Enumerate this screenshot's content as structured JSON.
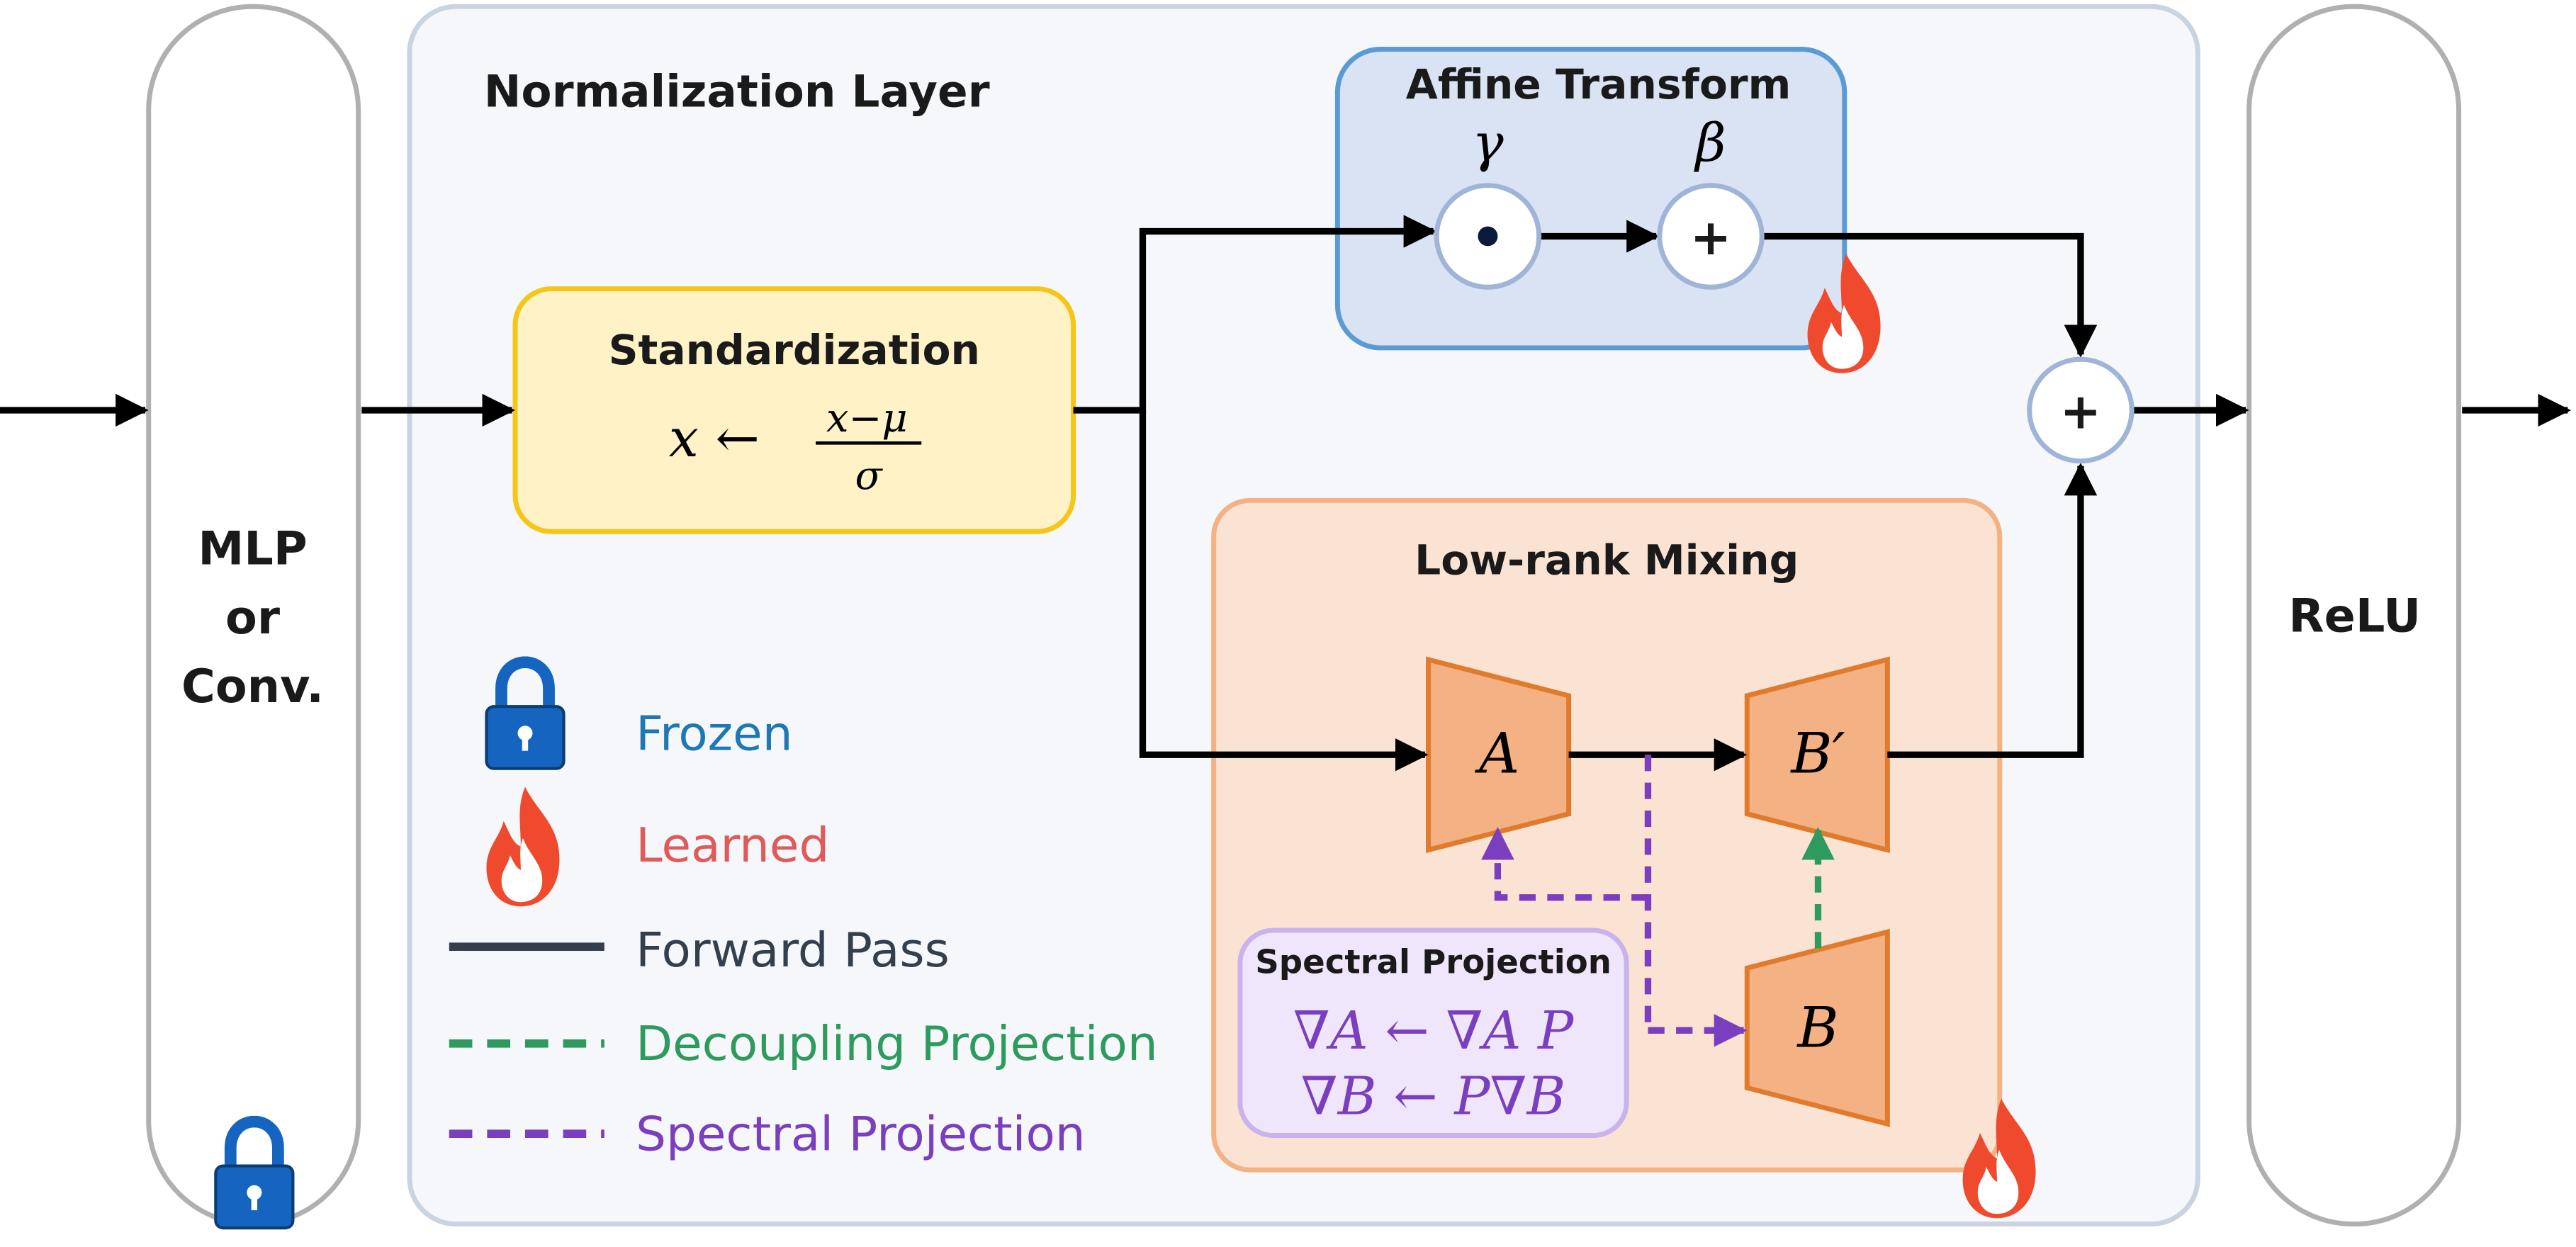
{
  "blocks": {
    "mlp_line1": "MLP",
    "mlp_line2": "or",
    "mlp_line3": "Conv.",
    "relu": "ReLU",
    "norm_layer_title": "Normalization Layer",
    "standardization_title": "Standardization",
    "standardization_lhs": "x ←",
    "standardization_num": "x−μ",
    "standardization_den": "σ",
    "affine_title": "Affine Transform",
    "gamma": "γ",
    "beta": "β",
    "dot_op": "•",
    "plus_op": "+",
    "sum_op": "+",
    "lowrank_title": "Low-rank Mixing",
    "mat_a": "A",
    "mat_b_prime": "B′",
    "mat_b": "B",
    "spectral_box_title": "Spectral Projection",
    "spectral_eq1": "∇A ← ∇A P",
    "spectral_eq2": "∇B ← P∇B"
  },
  "legend": {
    "frozen": "Frozen",
    "learned": "Learned",
    "forward": "Forward Pass",
    "decoupling": "Decoupling Projection",
    "spectral": "Spectral Projection"
  },
  "colors": {
    "frozen": "#1f77b4",
    "learned": "#e05a5a",
    "forward": "#333f4d",
    "decoupling": "#2e9a5e",
    "spectral": "#7a3fbf",
    "standardization_fill": "#fff2c6",
    "standardization_stroke": "#f5c518",
    "affine_fill": "#d9e3f3",
    "affine_stroke": "#5b9bd5",
    "lowrank_fill": "#fbe3d4",
    "lowrank_stroke": "#f4b183",
    "matrix_fill": "#f4b183",
    "matrix_stroke": "#e07b2e",
    "norm_fill": "#f5f7fa",
    "norm_stroke": "#c9d4e0"
  }
}
